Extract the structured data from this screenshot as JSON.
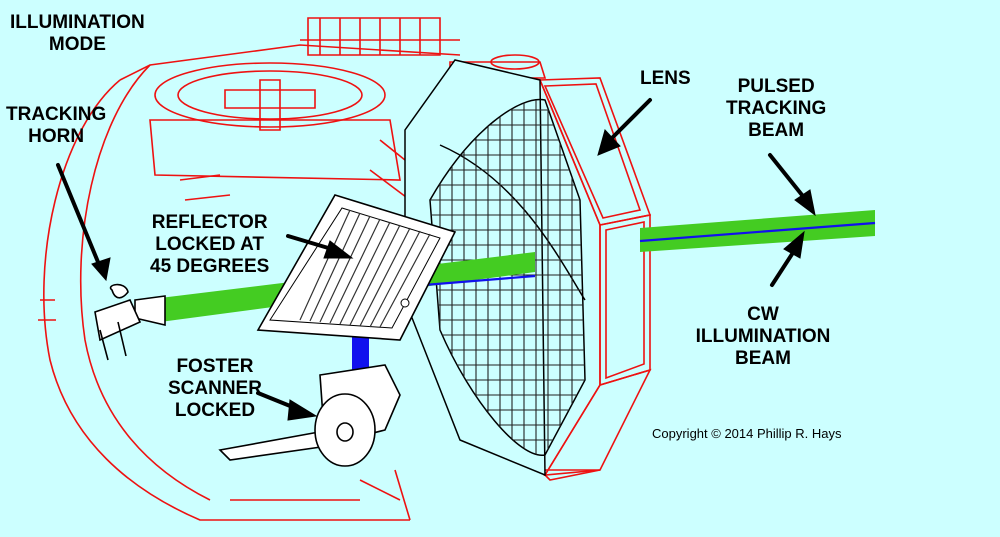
{
  "labels": {
    "mode": [
      "ILLUMINATION",
      "MODE"
    ],
    "horn": [
      "TRACKING",
      "HORN"
    ],
    "reflector": [
      "REFLECTOR",
      "LOCKED AT",
      "45 DEGREES"
    ],
    "scanner": [
      "FOSTER",
      "SCANNER",
      "LOCKED"
    ],
    "lens": "LENS",
    "pulsed": [
      "PULSED",
      "TRACKING",
      "BEAM"
    ],
    "cw": [
      "CW",
      "ILLUMINATION",
      "BEAM"
    ]
  },
  "copyright": "Copyright © 2014 Phillip R. Hays",
  "colors": {
    "background": "#ccffff",
    "housing": "#ee1111",
    "pulsed_beam": "#44cc22",
    "cw_beam": "#1111ee",
    "lens_mechanism": "#000000"
  }
}
